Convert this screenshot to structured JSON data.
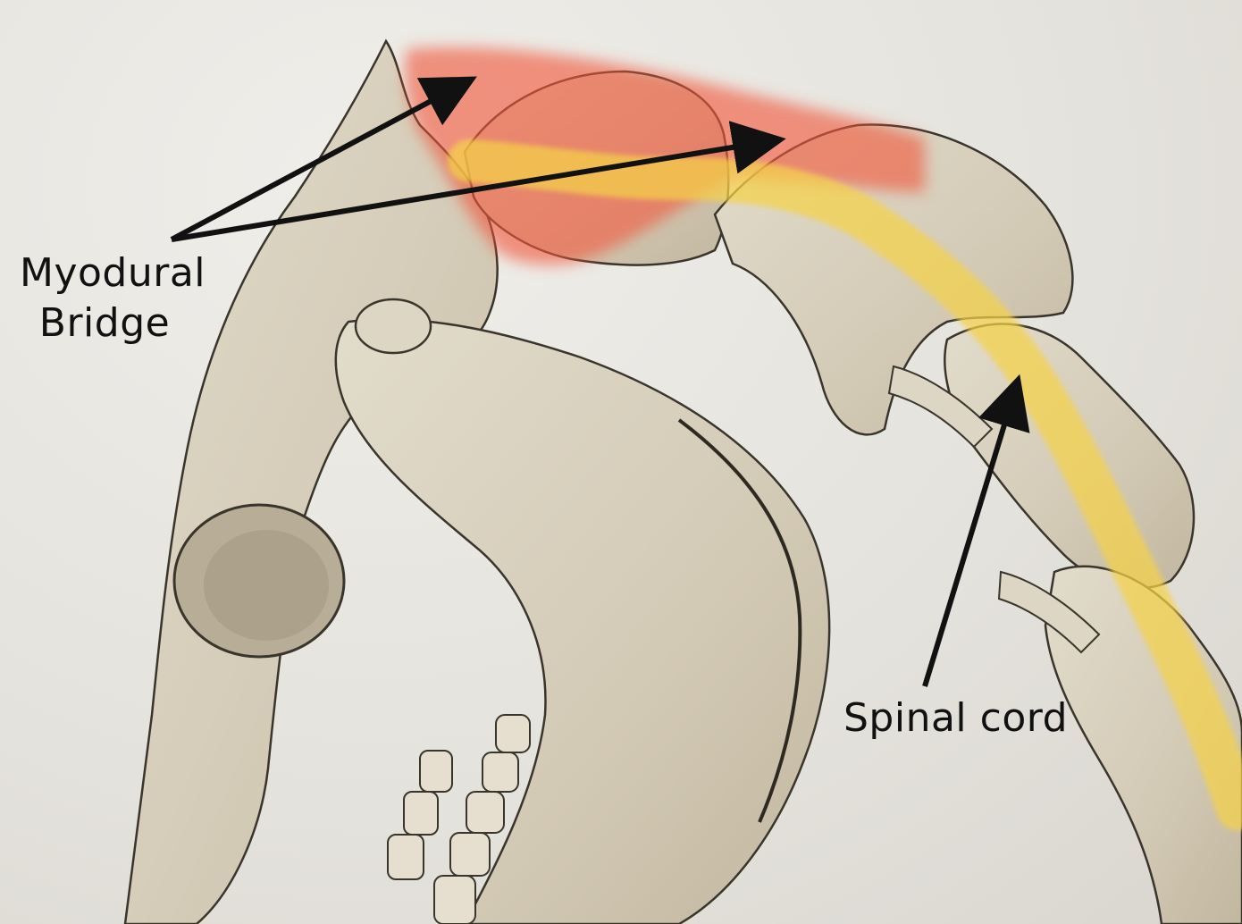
{
  "labels": {
    "myodural_line1": "Myodural",
    "myodural_line2": "Bridge",
    "spinal_cord": "Spinal cord"
  },
  "colors": {
    "bone": "#d9d1bf",
    "bone_shadow": "#a89c84",
    "outline": "#3a352c",
    "muscle_overlay": "#f0553a",
    "spinal_cord_overlay": "#f5d24a",
    "arrow": "#111111"
  }
}
